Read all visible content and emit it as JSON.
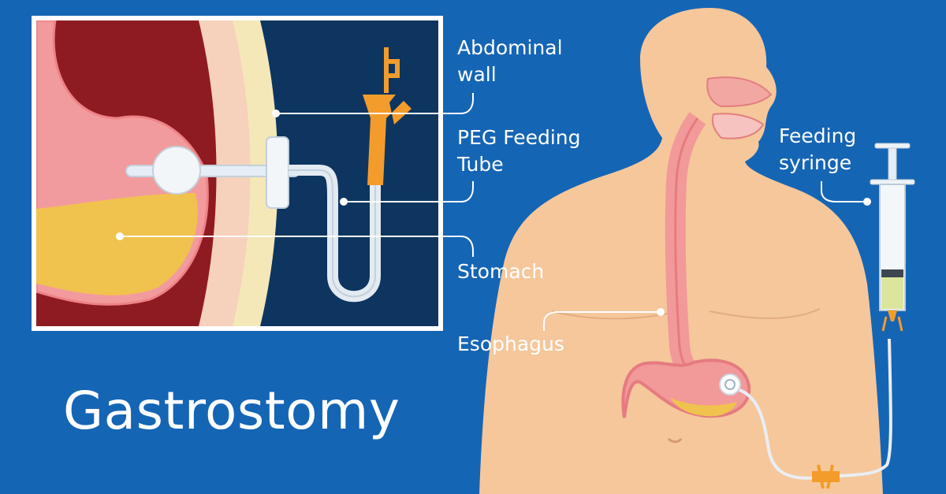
{
  "title": "Gastrostomy",
  "labels": {
    "abdominal_wall": [
      "Abdominal",
      "wall"
    ],
    "peg_tube": [
      "PEG Feeding",
      "Tube"
    ],
    "stomach": "Stomach",
    "esophagus": "Esophagus",
    "feeding_syringe": [
      "Feeding",
      "syringe"
    ]
  },
  "colors": {
    "background": "#1565b5",
    "skin": "#f5c79b",
    "inset_background": "#0d3560",
    "stomach_tissue": "#8f1b22",
    "stomach_pink": "#f29b9e",
    "gastric_fluid": "#f0c24e",
    "peg_connector": "#f39c2b",
    "leader_line": "#ffffff"
  }
}
